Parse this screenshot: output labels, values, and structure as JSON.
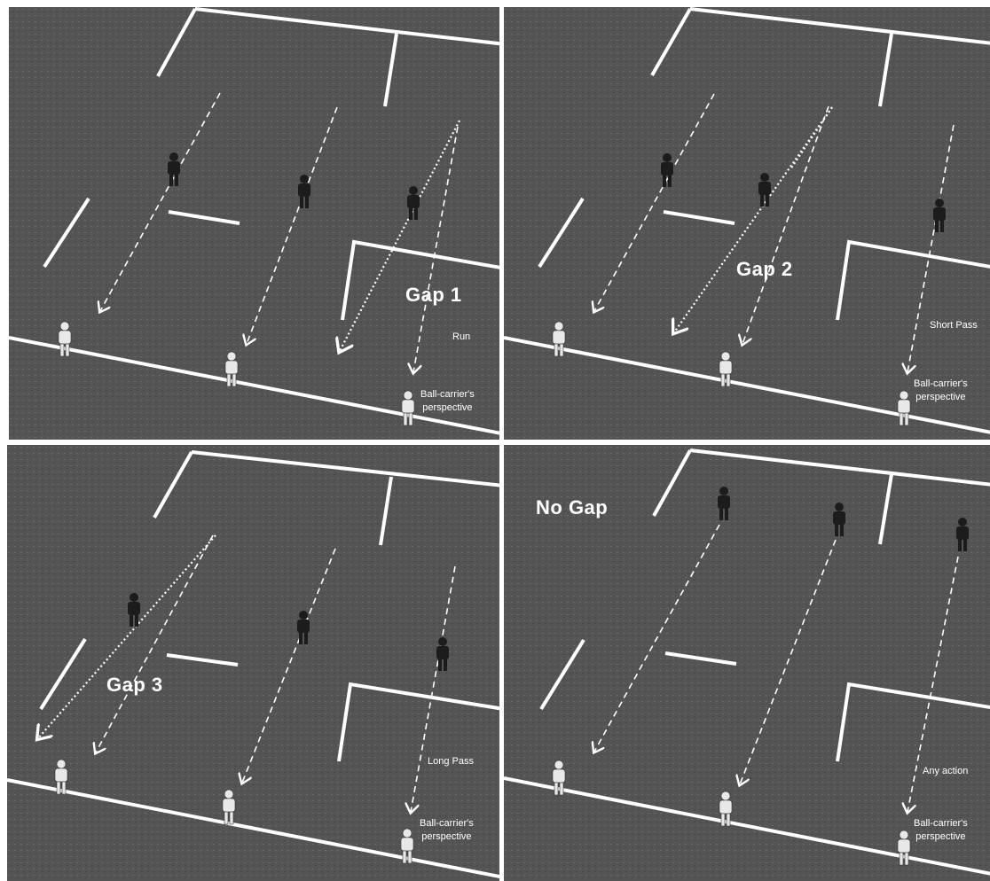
{
  "panels": [
    {
      "id": "gap-1",
      "gap_label": "Gap 1",
      "action_label": "Run",
      "perspective_label": [
        "Ball-carrier's",
        "perspective"
      ]
    },
    {
      "id": "gap-2",
      "gap_label": "Gap 2",
      "action_label": "Short Pass",
      "perspective_label": [
        "Ball-carrier's",
        "perspective"
      ]
    },
    {
      "id": "gap-3",
      "gap_label": "Gap 3",
      "action_label": "Long Pass",
      "perspective_label": [
        "Ball-carrier's",
        "perspective"
      ]
    },
    {
      "id": "no-gap",
      "gap_label": "No Gap",
      "action_label": "Any action",
      "perspective_label": [
        "Ball-carrier's",
        "perspective"
      ]
    }
  ],
  "colors": {
    "pitch": "#545454",
    "pitch_texture": "#6a6a6a",
    "line": "#ffffff",
    "player_dark": "#1c1c1c",
    "player_light": "#e8e8e8",
    "background": "#ffffff"
  }
}
